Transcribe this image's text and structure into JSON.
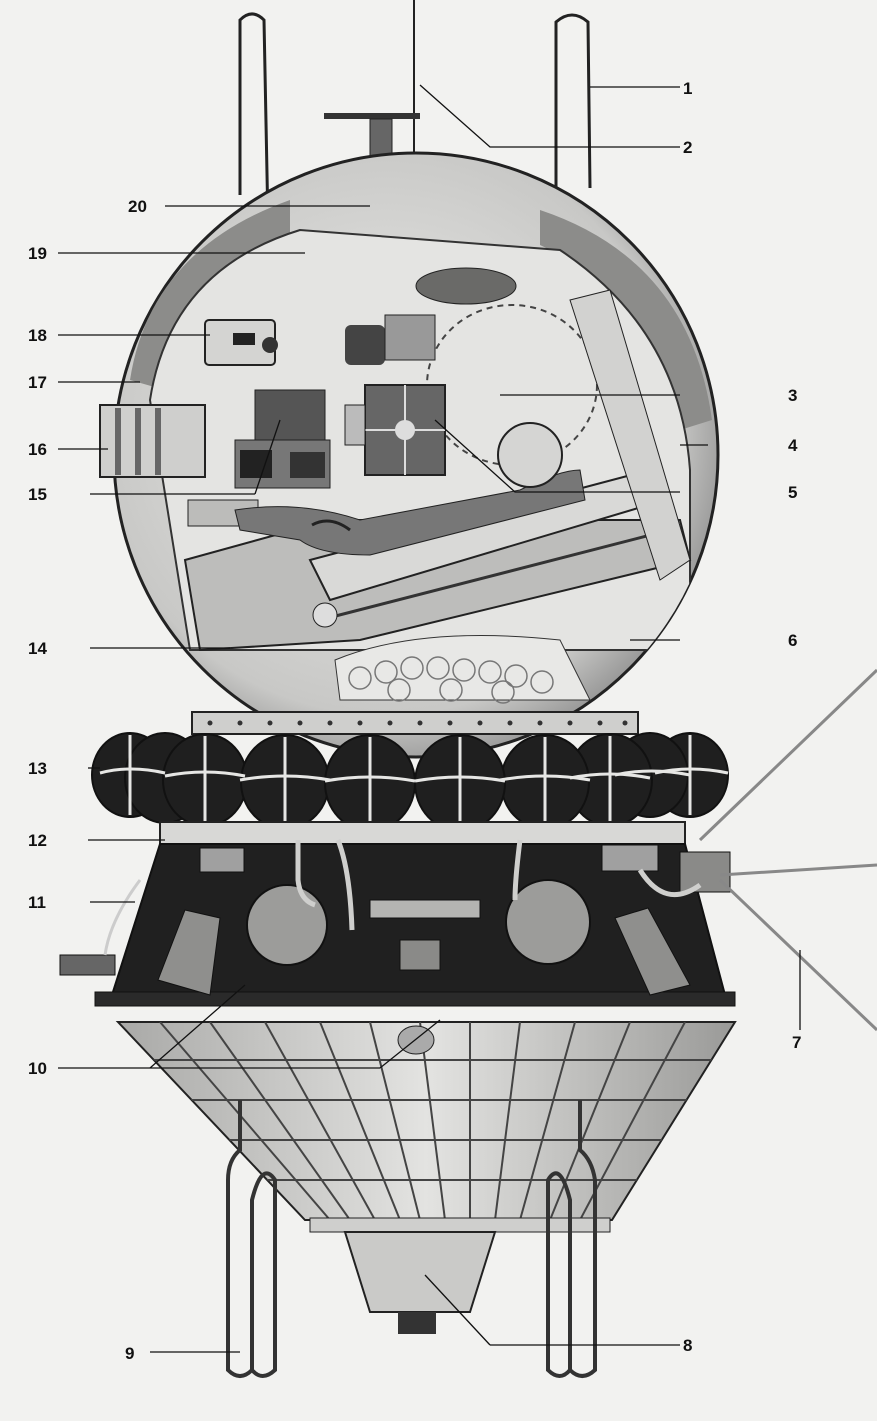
{
  "callouts": [
    {
      "id": "1",
      "label": "1"
    },
    {
      "id": "2",
      "label": "2"
    },
    {
      "id": "3",
      "label": "3"
    },
    {
      "id": "4",
      "label": "4"
    },
    {
      "id": "5",
      "label": "5"
    },
    {
      "id": "6",
      "label": "6"
    },
    {
      "id": "7",
      "label": "7"
    },
    {
      "id": "8",
      "label": "8"
    },
    {
      "id": "9",
      "label": "9"
    },
    {
      "id": "10",
      "label": "10"
    },
    {
      "id": "11",
      "label": "11"
    },
    {
      "id": "12",
      "label": "12"
    },
    {
      "id": "13",
      "label": "13"
    },
    {
      "id": "14",
      "label": "14"
    },
    {
      "id": "15",
      "label": "15"
    },
    {
      "id": "16",
      "label": "16"
    },
    {
      "id": "17",
      "label": "17"
    },
    {
      "id": "18",
      "label": "18"
    },
    {
      "id": "19",
      "label": "19"
    },
    {
      "id": "20",
      "label": "20"
    }
  ],
  "colors": {
    "ink": "#111111",
    "paper": "#f2f2f0",
    "shade": "#9a9a9a",
    "dark": "#1e1e1e"
  }
}
